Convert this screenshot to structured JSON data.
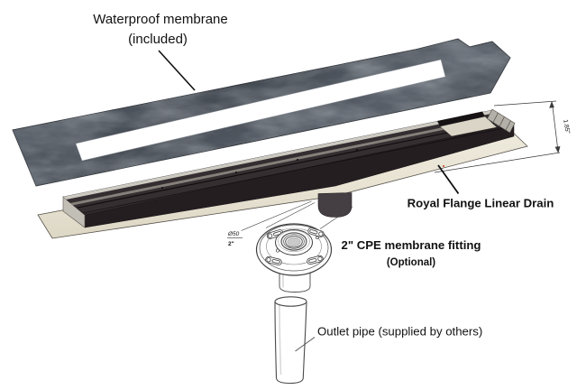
{
  "labels": {
    "membrane_line1": "Waterproof membrane",
    "membrane_line2": "(included)",
    "drain": "Royal Flange Linear Drain",
    "fitting_line1": "2\" CPE membrane fitting",
    "fitting_line2": "(Optional)",
    "pipe": "Outlet pipe (supplied by others)"
  },
  "dimensions": {
    "drain_height": "1.85\"",
    "fitting_outlet_diameter": "Ø50",
    "fitting_outlet_size": "2\""
  },
  "colors": {
    "background": "#ffffff",
    "membrane": "#4a5058",
    "drain_channel": "#2e2729",
    "drain_flange": "#ebe7da",
    "line": "#1a1a1a"
  }
}
